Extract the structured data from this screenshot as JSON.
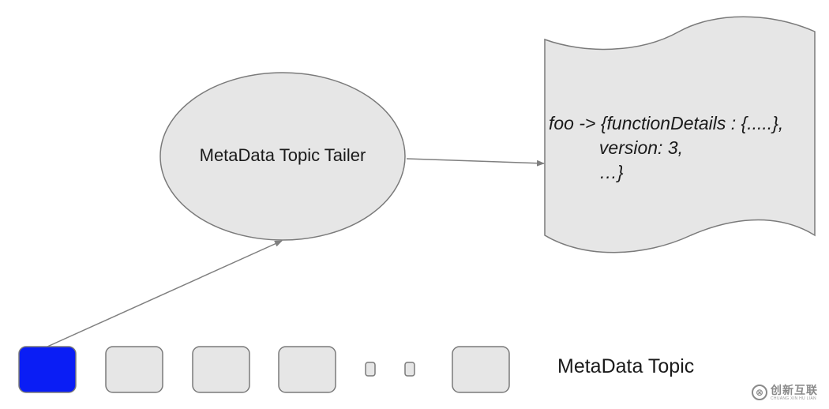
{
  "tailer": {
    "label": "MetaData Topic Tailer"
  },
  "store": {
    "lines": [
      "foo -> {functionDetails : {.....},",
      "          version: 3,",
      "          …}"
    ]
  },
  "topic": {
    "label": "MetaData Topic",
    "items": [
      {
        "kind": "message",
        "state": "active"
      },
      {
        "kind": "message",
        "state": "normal"
      },
      {
        "kind": "message",
        "state": "normal"
      },
      {
        "kind": "message",
        "state": "normal"
      },
      {
        "kind": "ellipsis-dot"
      },
      {
        "kind": "ellipsis-dot"
      },
      {
        "kind": "message",
        "state": "normal"
      }
    ]
  },
  "colors": {
    "active_fill": "#0a1df5",
    "node_fill": "#e6e6e6",
    "node_stroke": "#7a7a7a",
    "arrow": "#7f7f7f"
  },
  "watermark": {
    "icon": "chuangxin-logo-icon",
    "cn": "创新互联",
    "en": "CHUANG XIN HU LIAN"
  }
}
